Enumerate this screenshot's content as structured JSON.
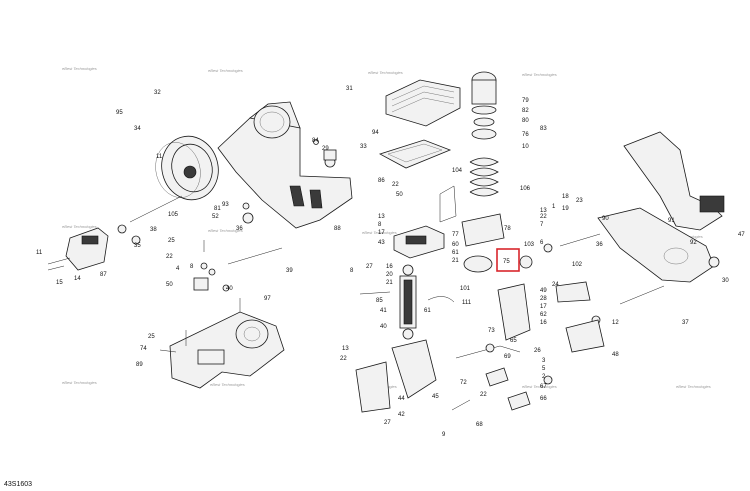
{
  "diagram": {
    "document_code": "43S1603",
    "highlighted_callout": "75",
    "highlight_color": "#d9262c",
    "watermark_text": "eBest Technologies",
    "callouts": {
      "c1": "95",
      "c2": "34",
      "c3": "32",
      "c4": "11",
      "c5": "105",
      "c6": "38",
      "c7": "35",
      "c8": "11",
      "c9": "15",
      "c10": "14",
      "c11": "87",
      "c12": "25",
      "c13": "22",
      "c14": "4",
      "c15": "8",
      "c16": "40",
      "c17": "50",
      "c18": "39",
      "c19": "52",
      "c20": "93",
      "c21": "81",
      "c22": "84",
      "c23": "29",
      "c24": "36",
      "c25": "88",
      "c26": "94",
      "c27": "33",
      "c28": "86",
      "c29": "22",
      "c30": "50",
      "c31": "31",
      "c32": "104",
      "c33": "13",
      "c34": "8",
      "c35": "17",
      "c36": "43",
      "c37": "77",
      "c38": "60",
      "c39": "61",
      "c40": "21",
      "c41": "78",
      "c42": "79",
      "c43": "82",
      "c44": "80",
      "c45": "83",
      "c46": "76",
      "c47": "10",
      "c48": "106",
      "c49": "8",
      "c50": "27",
      "c51": "16",
      "c52": "20",
      "c53": "21",
      "c54": "85",
      "c55": "101",
      "c56": "111",
      "c57": "41",
      "c58": "40",
      "c59": "97",
      "c60": "25",
      "c61": "74",
      "c62": "89",
      "c63": "13",
      "c64": "22",
      "c65": "45",
      "c66": "44",
      "c67": "42",
      "c68": "27",
      "c69": "75",
      "c70": "103",
      "c71": "102",
      "c72": "24",
      "c73": "6",
      "c74": "13",
      "c75": "1",
      "c76": "22",
      "c77": "7",
      "c78": "18",
      "c79": "19",
      "c80": "23",
      "c81": "91",
      "c82": "36",
      "c83": "30",
      "c84": "37",
      "c85": "48",
      "c86": "12",
      "c87": "69",
      "c88": "72",
      "c89": "22",
      "c90": "68",
      "c91": "9",
      "c92": "66",
      "c93": "67",
      "c94": "47",
      "c95": "26",
      "c96": "3",
      "c97": "5",
      "c98": "2",
      "c99": "49",
      "c100": "28",
      "c101": "73",
      "c102": "65",
      "c103": "61",
      "c104": "17",
      "c105": "62",
      "c106": "16",
      "c107": "92",
      "c108": "90"
    }
  }
}
